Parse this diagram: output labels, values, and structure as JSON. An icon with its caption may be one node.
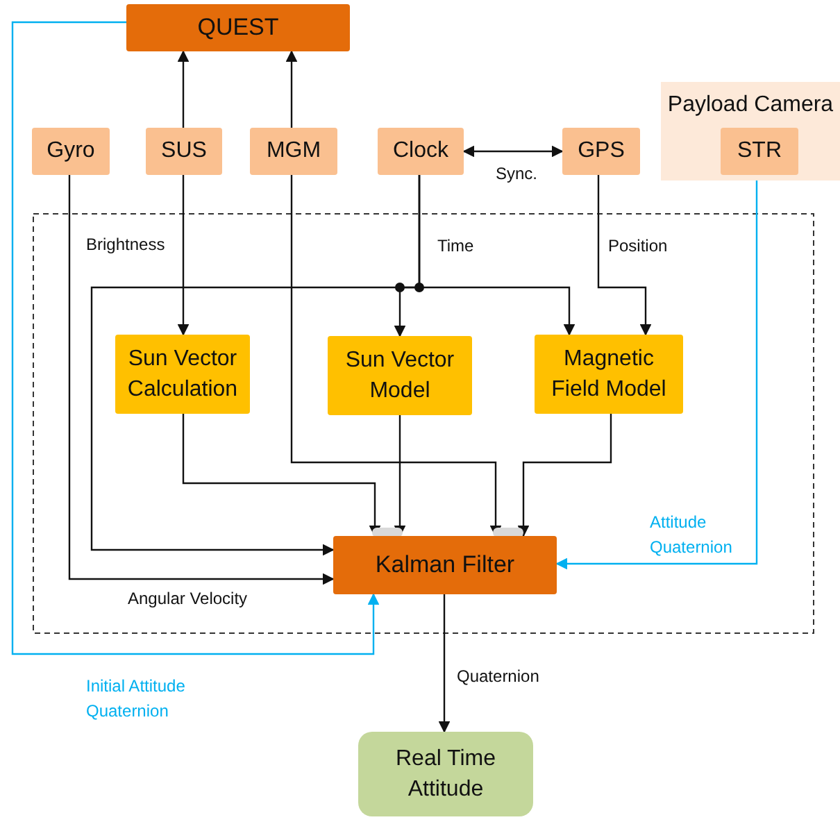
{
  "diagram": {
    "nodes": [
      {
        "text": [
          "QUEST"
        ]
      },
      {
        "text": [
          "Gyro"
        ]
      },
      {
        "text": [
          "SUS"
        ]
      },
      {
        "text": [
          "MGM"
        ]
      },
      {
        "text": [
          "Clock"
        ]
      },
      {
        "text": [
          "Payload Camera"
        ]
      },
      {
        "text": [
          "STR"
        ],
        "in": 5
      },
      {
        "text": [
          "GPS"
        ]
      },
      {
        "text": [
          "Sun Vector Calculation"
        ]
      },
      {
        "text": [
          "Sun Vector Model"
        ]
      },
      {
        "text": [
          "Magnetic Field Model"
        ]
      },
      {
        "text": [
          "Kalman Filter"
        ]
      },
      {
        "text": [
          "Real Time Attitude"
        ]
      }
    ],
    "edges": [
      {
        "from": 2,
        "to": 0,
        "arrow": "to"
      },
      {
        "from": 3,
        "to": 0,
        "arrow": "to"
      },
      {
        "from": 2,
        "to": 8,
        "arrow": "to",
        "label": "Brightness"
      },
      {
        "from": 4,
        "to": 7,
        "arrow": "both",
        "label": "Sync."
      },
      {
        "from": 4,
        "to": 9,
        "arrow": "to",
        "label": "Time"
      },
      {
        "from": 4,
        "to": 10,
        "arrow": "to"
      },
      {
        "from": 4,
        "to": 11,
        "arrow": "to"
      },
      {
        "from": 7,
        "to": 10,
        "arrow": "to",
        "label": "Position"
      },
      {
        "from": 1,
        "to": 11,
        "arrow": "to",
        "label": "Angular Velocity"
      },
      {
        "from": 3,
        "to": 11,
        "arrow": "to"
      },
      {
        "from": 8,
        "to": 11,
        "arrow": "to"
      },
      {
        "from": 9,
        "to": 11,
        "arrow": "to"
      },
      {
        "from": 10,
        "to": 11,
        "arrow": "to"
      },
      {
        "from": 6,
        "to": 11,
        "arrow": "to",
        "label": "Attitude Quaternion",
        "color": "#00b0f0"
      },
      {
        "from": 0,
        "to": 11,
        "arrow": "to",
        "label": "Initial Attitude Quaternion",
        "color": "#00b0f0"
      },
      {
        "from": 11,
        "to": 12,
        "arrow": "to",
        "label": "Quaternion"
      }
    ]
  }
}
